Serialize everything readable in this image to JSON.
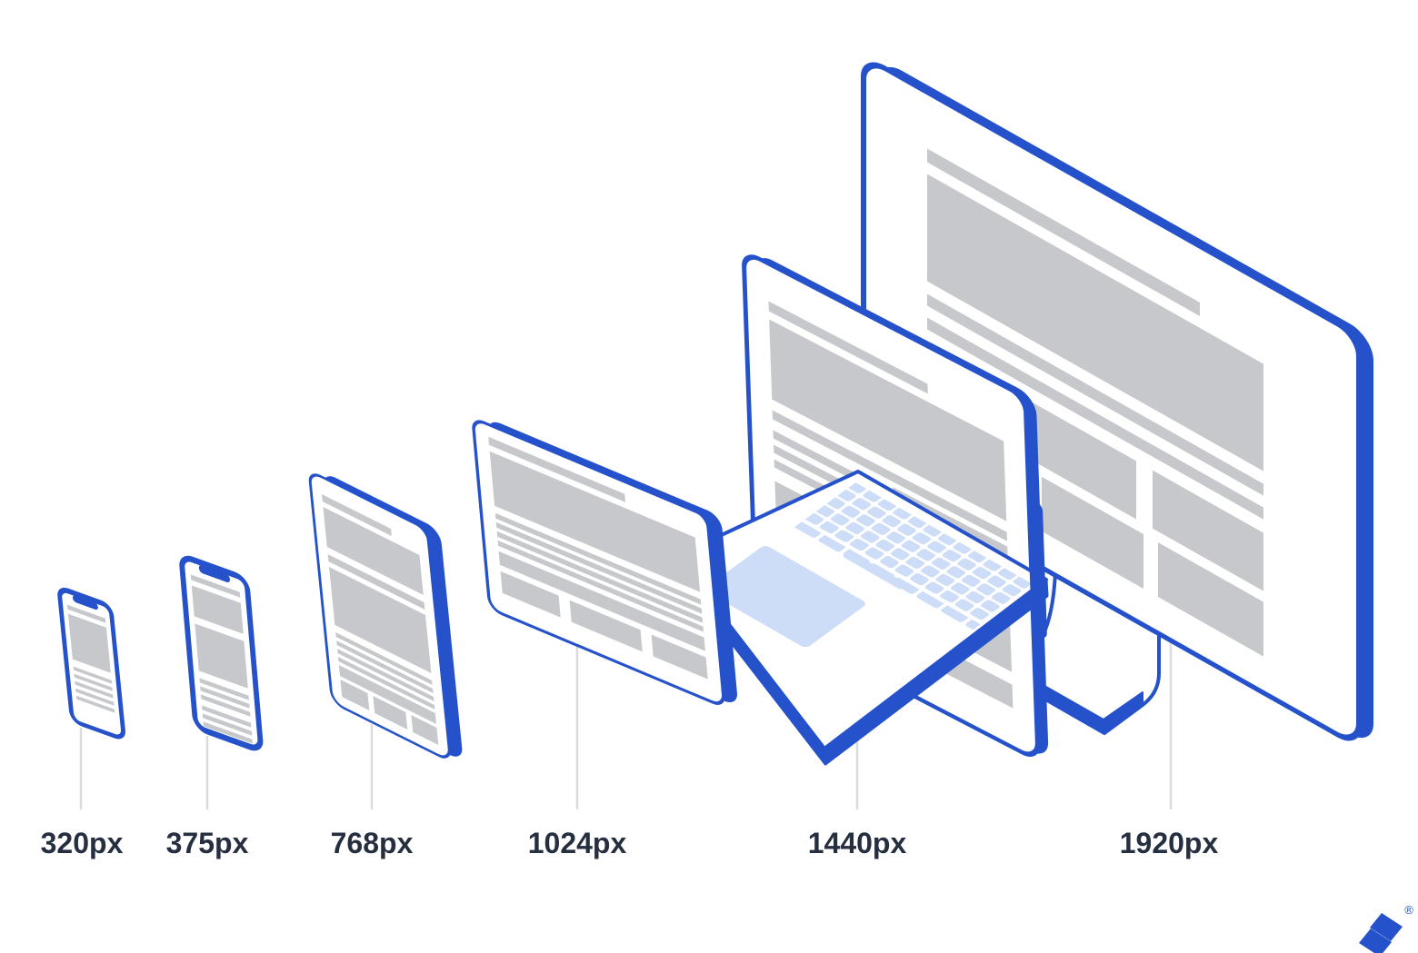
{
  "breakpoints": [
    {
      "label": "320px",
      "device": "phone-small"
    },
    {
      "label": "375px",
      "device": "phone-large"
    },
    {
      "label": "768px",
      "device": "tablet"
    },
    {
      "label": "1024px",
      "device": "display-small"
    },
    {
      "label": "1440px",
      "device": "laptop"
    },
    {
      "label": "1920px",
      "device": "desktop-monitor"
    }
  ],
  "logo": {
    "registered_mark": "®"
  },
  "colors": {
    "accent_blue": "#2552cb",
    "wireframe_gray": "#c6c8cc",
    "key_blue": "#cdddf8",
    "label_text": "#262f40",
    "connector_line": "#d9dbdf",
    "background": "#ffffff"
  }
}
